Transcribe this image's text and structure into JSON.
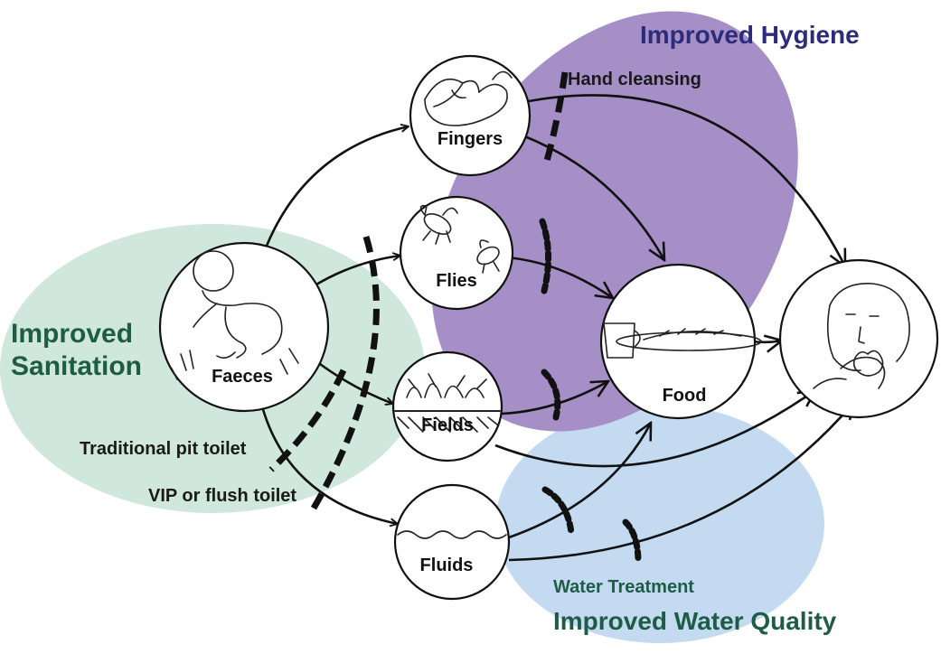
{
  "zones": {
    "hygiene": {
      "label": "Improved Hygiene",
      "color": "#a58fc6"
    },
    "sanitation": {
      "label_line1": "Improved",
      "label_line2": "Sanitation",
      "color": "#cfe7dc"
    },
    "water": {
      "label": "Improved Water Quality",
      "sublabel": "Water Treatment",
      "color": "#c3daf0"
    }
  },
  "nodes": {
    "faeces": "Faeces",
    "fingers": "Fingers",
    "flies": "Flies",
    "fields": "Fields",
    "fluids": "Fluids",
    "food": "Food"
  },
  "barriers": {
    "hand_cleansing": "Hand cleansing",
    "traditional_pit_toilet": "Traditional pit toilet",
    "vip_or_flush_toilet": "VIP or flush toilet"
  }
}
